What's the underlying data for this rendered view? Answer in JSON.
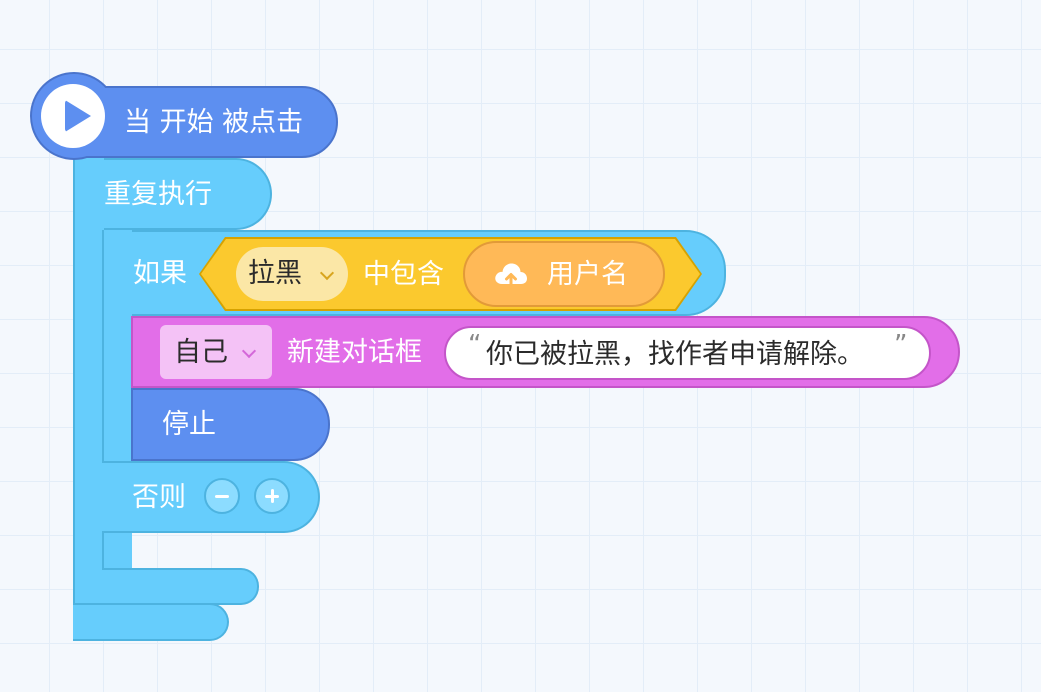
{
  "hat_block": {
    "label": "当 开始 被点击"
  },
  "repeat_block": {
    "label": "重复执行"
  },
  "if_block": {
    "if_label": "如果",
    "condition": {
      "list_dropdown": "拉黑",
      "operator": "中包含",
      "cloud_variable": "用户名"
    },
    "else_label": "否则"
  },
  "dialog_block": {
    "target_dropdown": "自己",
    "action": "新建对话框",
    "open_quote": "“",
    "message": "你已被拉黑，找作者申请解除。",
    "close_quote": "”"
  },
  "stop_block": {
    "label": "停止"
  },
  "icons": {
    "play": "play-icon",
    "cloud": "cloud-upload-icon",
    "minus": "minus-icon",
    "plus": "plus-icon"
  },
  "colors": {
    "event": "#5d8ff0",
    "control": "#66cdfc",
    "condition": "#fbc92e",
    "cloud": "#ffb957",
    "looks": "#e26ee8"
  }
}
